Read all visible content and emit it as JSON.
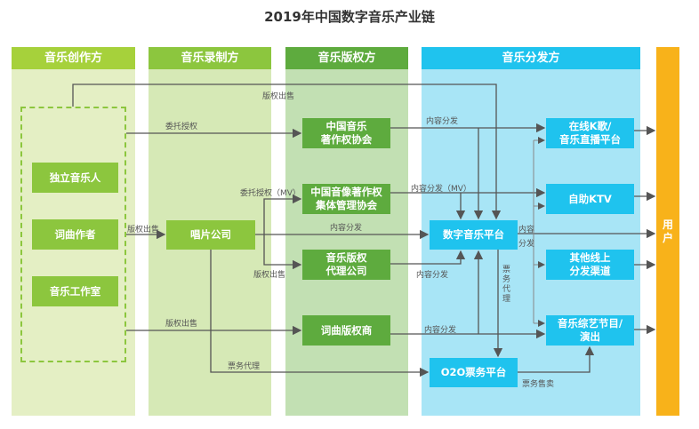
{
  "title": "2019年中国数字音乐产业链",
  "columns": [
    "音乐创作方",
    "音乐录制方",
    "音乐版权方",
    "音乐分发方"
  ],
  "users": "用户",
  "creators": [
    "独立音乐人",
    "词曲作者",
    "音乐工作室"
  ],
  "recording": "唱片公司",
  "rights": [
    "中国音乐\n著作权协会",
    "中国音像著作权\n集体管理协会",
    "音乐版权\n代理公司",
    "词曲版权商"
  ],
  "platform": "数字音乐平台",
  "o2o": "O2O票务平台",
  "channels": [
    "在线K歌/\n音乐直播平台",
    "自助KTV",
    "其他线上\n分发渠道",
    "音乐综艺节目/\n演出"
  ],
  "labels": {
    "top_sale": "版权出售",
    "entrust": "委托授权",
    "sale_to_label": "版权出售",
    "label_dist": "内容分发",
    "entrust_mv": "委托授权（MV）",
    "sale_agent": "版权出售",
    "ticket_agent": "票务代理",
    "sale_lower": "版权出售",
    "dist1": "内容分发",
    "dist_mv": "内容分发（MV）",
    "dist3": "内容分发",
    "dist4": "内容分发",
    "platform_dist_1": "内容",
    "platform_dist_2": "分发",
    "ticket_agent_v": "票\n务\n代\n理",
    "ticket_sale": "票务售卖"
  },
  "colors": {
    "col1_head": "#a6d13b",
    "col1_body": "#e4efc4",
    "col2_head": "#8cc63e",
    "col2_body": "#d6e9b6",
    "col3_head": "#5eab3e",
    "col3_body": "#c2e0b3",
    "col4_head": "#1fc3ee",
    "col4_body": "#a8e5f6",
    "users": "#f8b21a"
  }
}
